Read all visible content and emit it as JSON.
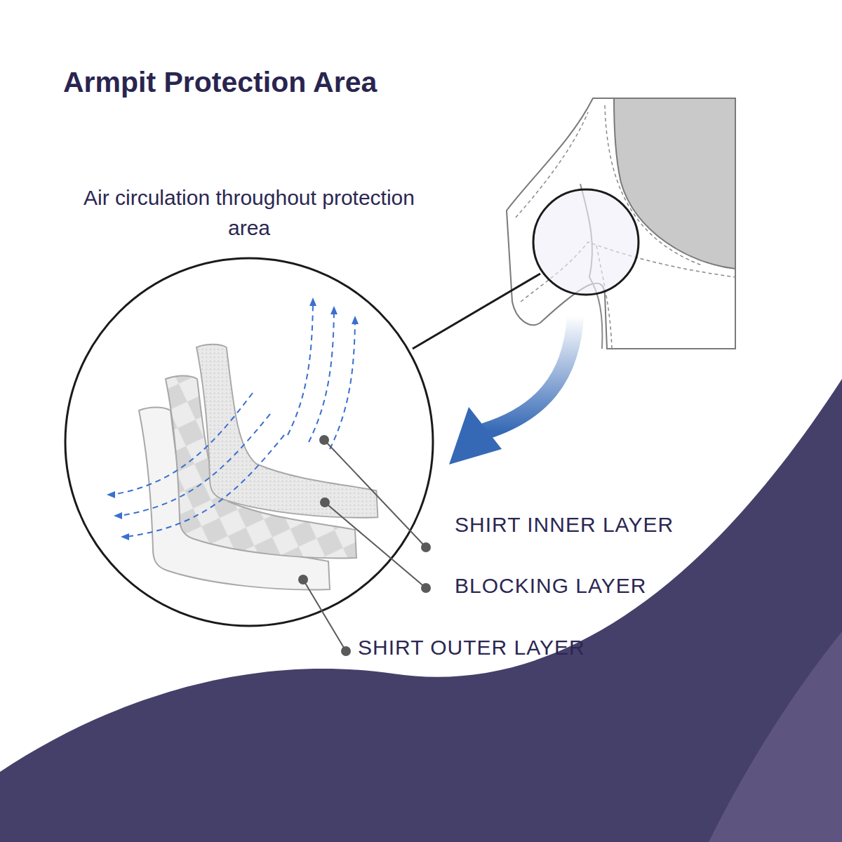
{
  "diagram": {
    "title": "Armpit Protection Area",
    "labels": [
      "Air circulation throughout protection area",
      "SHIRT INNER LAYER",
      "BLOCKING LAYER",
      "SHIRT OUTER LAYER"
    ]
  }
}
